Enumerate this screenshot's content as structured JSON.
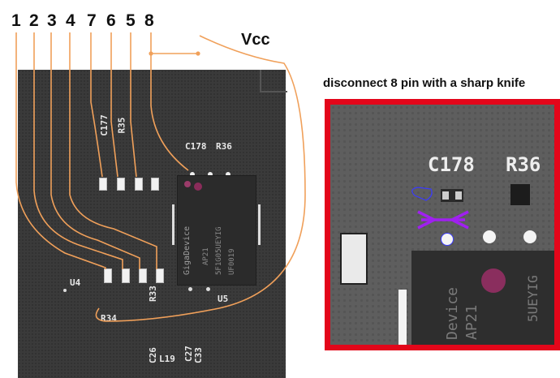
{
  "pin_labels": [
    "1",
    "2",
    "3",
    "4",
    "7",
    "6",
    "5",
    "8"
  ],
  "vcc_label": "Vcc",
  "instruction": "disconnect 8 pin with a sharp knife",
  "board": {
    "chip_brand": "GigaDevice",
    "chip_line2": "AP21",
    "chip_line3": "5F1G05UEYIG",
    "chip_line4": "UF0019",
    "refs": {
      "c177": "C177",
      "r35": "R35",
      "c178": "C178",
      "r36": "R36",
      "u4": "U4",
      "u5": "U5",
      "r34": "R34",
      "r33": "R33",
      "c26": "C26",
      "l19": "L19",
      "c27": "C27",
      "c33": "C33"
    }
  },
  "zoom": {
    "c178": "C178",
    "r36": "R36",
    "chip_text1": "Device",
    "chip_text2": "AP21",
    "chip_text3": "5UEYIG"
  },
  "colors": {
    "wire": "#f0a05a",
    "frame": "#e3061a",
    "cut_marker": "#a020f0",
    "pcb": "#3a3a3a"
  }
}
